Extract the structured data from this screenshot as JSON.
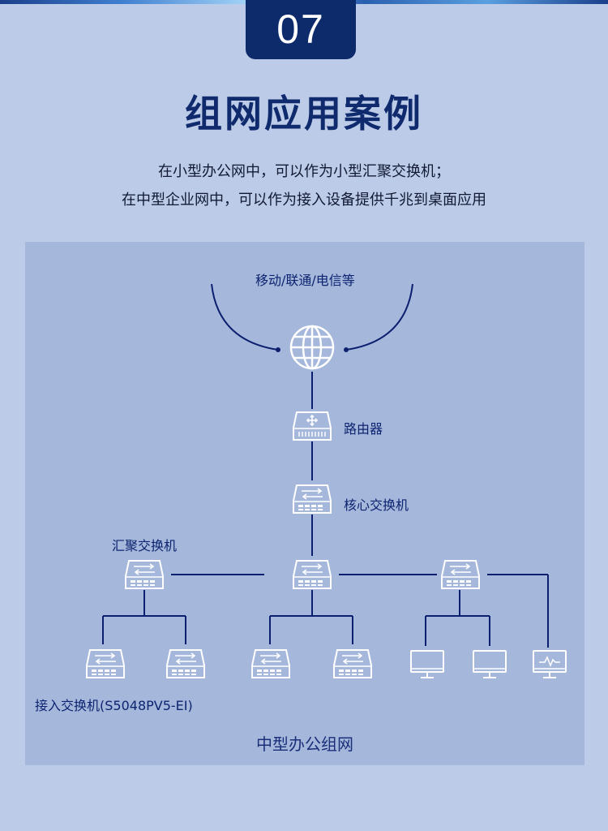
{
  "header": {
    "number": "07",
    "title": "组网应用案例"
  },
  "description": [
    "在小型办公网中，可以作为小型汇聚交换机；",
    "在中型企业网中，可以作为接入设备提供千兆到桌面应用"
  ],
  "diagram": {
    "isp_label": "移动/联通/电信等",
    "router_label": "路由器",
    "core_label": "核心交换机",
    "aggregation_label": "汇聚交换机",
    "access_label": "接入交换机(S5048PV5-EI)",
    "footer_label": "中型办公组网",
    "icons": [
      "globe-icon",
      "router-icon",
      "switch-icon",
      "monitor-icon",
      "ap-icon"
    ],
    "colors": {
      "line": "#0d2070",
      "panel": "#a5b7db",
      "badge": "#0d2b6b"
    }
  }
}
